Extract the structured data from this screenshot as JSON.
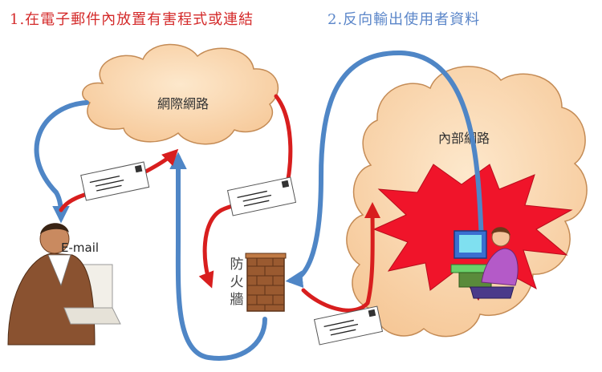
{
  "captions": {
    "step1": "1.在電子郵件內放置有害程式或連結",
    "step2": "2.反向輸出使用者資料"
  },
  "labels": {
    "internet": "網際網路",
    "intranet": "內部網路",
    "firewall": "防火牆",
    "email": "E-mail"
  },
  "colors": {
    "step1_caption": "#d42a2a",
    "step2_caption": "#5b86c9",
    "red_arrow": "#d81e1e",
    "blue_arrow": "#4f86c6",
    "cloud_fill": "#fad9ad",
    "burst_fill": "#f0142a",
    "brick_fill": "#9a5a30"
  }
}
